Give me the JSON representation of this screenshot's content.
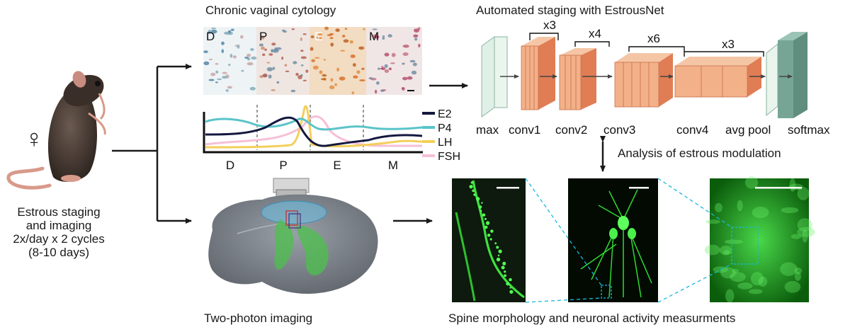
{
  "left": {
    "caption_lines": [
      "Estrous staging",
      "and imaging",
      "2x/day x 2 cycles",
      "(8-10 days)"
    ],
    "female_symbol": "♀",
    "mouse_icon": "mouse-illustration"
  },
  "cytology": {
    "title": "Chronic vaginal cytology",
    "stages": [
      "D",
      "P",
      "E",
      "M"
    ]
  },
  "hormone_plot": {
    "x_labels": [
      "D",
      "P",
      "E",
      "M"
    ],
    "legend": [
      {
        "name": "E2",
        "color": "#14183f"
      },
      {
        "name": "P4",
        "color": "#5ac4c9"
      },
      {
        "name": "LH",
        "color": "#f3cf5c"
      },
      {
        "name": "FSH",
        "color": "#f6bfd8"
      }
    ]
  },
  "network": {
    "title": "Automated staging with EstrousNet",
    "repeats": [
      "x3",
      "x4",
      "x6",
      "x3"
    ],
    "layers": [
      "max",
      "conv1",
      "conv2",
      "conv3",
      "conv4",
      "avg pool",
      "softmax"
    ]
  },
  "analysis_label": "Analysis of estrous modulation",
  "two_photon_title": "Two-photon imaging",
  "measurements_title": "Spine morphology and neuronal activity measurments",
  "colors": {
    "conv_face": "#f2b188",
    "conv_side": "#e07d55",
    "input_plate": "#dff0e6",
    "softmax_plate": "#76a596",
    "microscopy_green": "#2dd02d",
    "dashed_cyan": "#18b8e0"
  }
}
